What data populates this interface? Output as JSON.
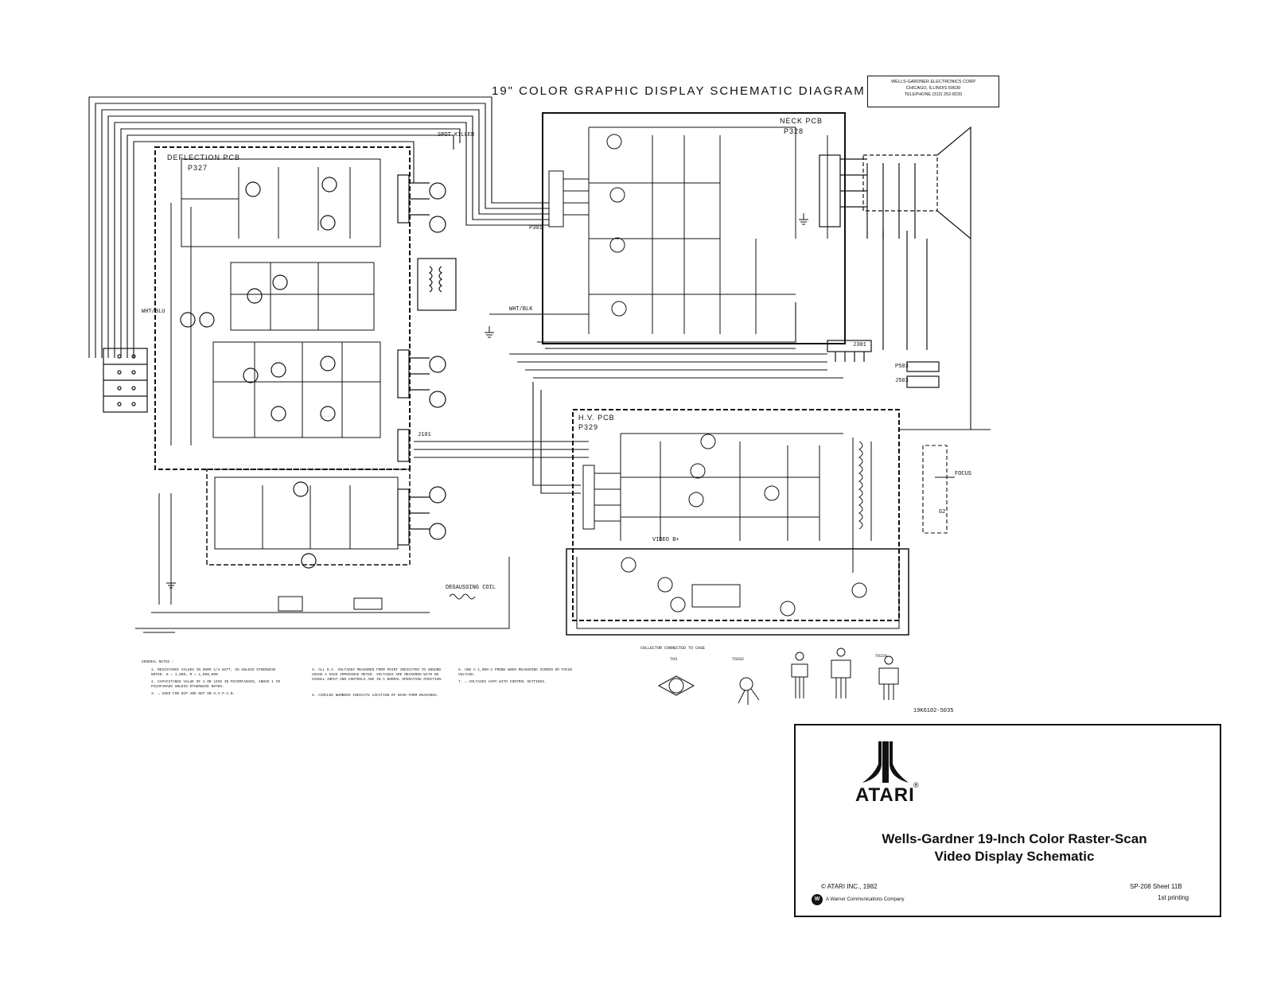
{
  "diagram": {
    "title": "19\" COLOR GRAPHIC DISPLAY SCHEMATIC DIAGRAM",
    "manufacturer_box": {
      "line1": "WELLS-GARDNER ELECTRONICS CORP",
      "line2": "CHICAGO, ILLINOIS 60639",
      "line3": "TELEPHONE (312) 252-8220"
    },
    "boards": {
      "deflection": {
        "name": "DEFLECTION PCB",
        "part": "P327"
      },
      "neck": {
        "name": "NECK PCB",
        "part": "P328"
      },
      "hv": {
        "name": "H.V. PCB",
        "part": "P329"
      }
    },
    "signals": {
      "spot_killer": "SPOT KILLER",
      "video_b": "VIDEO B+",
      "focus": "FOCUS",
      "g2": "G2",
      "degaussing_coil": "DEGAUSSING COIL",
      "wht_blu": "WHT/BLU",
      "whtblk": "WHT/BLK"
    },
    "connectors": {
      "j301": "J301",
      "j101": "J101",
      "p301": "P301",
      "p503": "P503",
      "j503": "J503"
    },
    "part_code": "19K6102-5035",
    "pin_diagram_label": "COLLECTOR CONNECTED TO CASE",
    "transistor_types": [
      "TO3",
      "TO202",
      "TO220"
    ],
    "notes_title": "GENERAL NOTES :",
    "notes": [
      "1. RESISTANCE VALUES IN OHMS 1/4 WATT, 5% UNLESS OTHERWISE NOTED. K = 1,000, M = 1,000,000",
      "2. CAPACITANCE VALUE OF 1 OR LESS IN MICROFARADS, ABOVE 1 IN PICOFARADS UNLESS OTHERWISE NOTED.",
      "3. → USED FOR DCP ARE NOT ON H.V.P.C.B.",
      "4. ALL D.C. VOLTAGES MEASURED FROM POINT INDICATED TO GROUND USING A HIGH IMPEDANCE METER. VOLTAGES ARE MEASURED WITH NO SIGNAL INPUT AND CONTROLS ARE IN A NORMAL OPERATING POSITION.",
      "5. CIRCLED NUMBERS INDICATE LOCATION OF WAVE-FORM READINGS.",
      "6. USE A 1,000:1 PROBE WHEN MEASURING SCREEN OR FOCUS VOLTAGE.",
      "7. → VOLTAGES VARY WITH CONTROL SETTINGS."
    ]
  },
  "title_block": {
    "brand": "ATARI",
    "registered": "®",
    "title_line1": "Wells-Gardner 19-Inch Color Raster-Scan",
    "title_line2": "Video Display Schematic",
    "copyright": "© ATARI INC., 1982",
    "sheet": "SP-208   Sheet 11B",
    "printing": "1st printing",
    "company": "A Warner Communications Company",
    "company_mark": "W"
  }
}
